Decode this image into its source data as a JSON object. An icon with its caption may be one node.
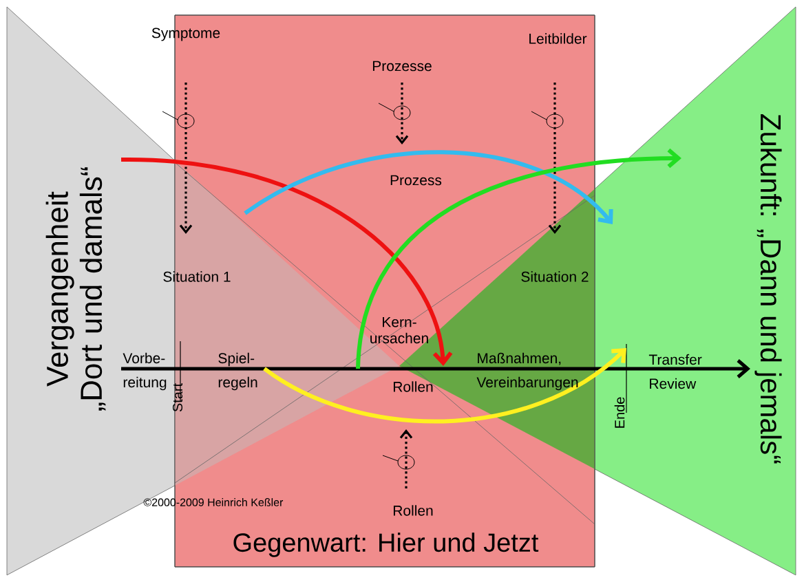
{
  "diagram": {
    "labels": [
      "Symptome",
      "Leitbilder",
      "Prozesse",
      "Prozess",
      "Zukunft: „Dann und jemals“",
      "Vergangenheit „Dort und damals“",
      "Situation 1",
      "Situation 2",
      "Kern- ursachen",
      "Vorbe- reitung",
      "Spiel- regeln",
      "Maßnahmen, Vereinbarungen",
      "Transfer Review",
      "Rollen",
      "Start",
      "Ende",
      "Rollen",
      "©2000-2009 Heinrich Keßler",
      "Gegenwart: Hier und Jetzt"
    ]
  }
}
